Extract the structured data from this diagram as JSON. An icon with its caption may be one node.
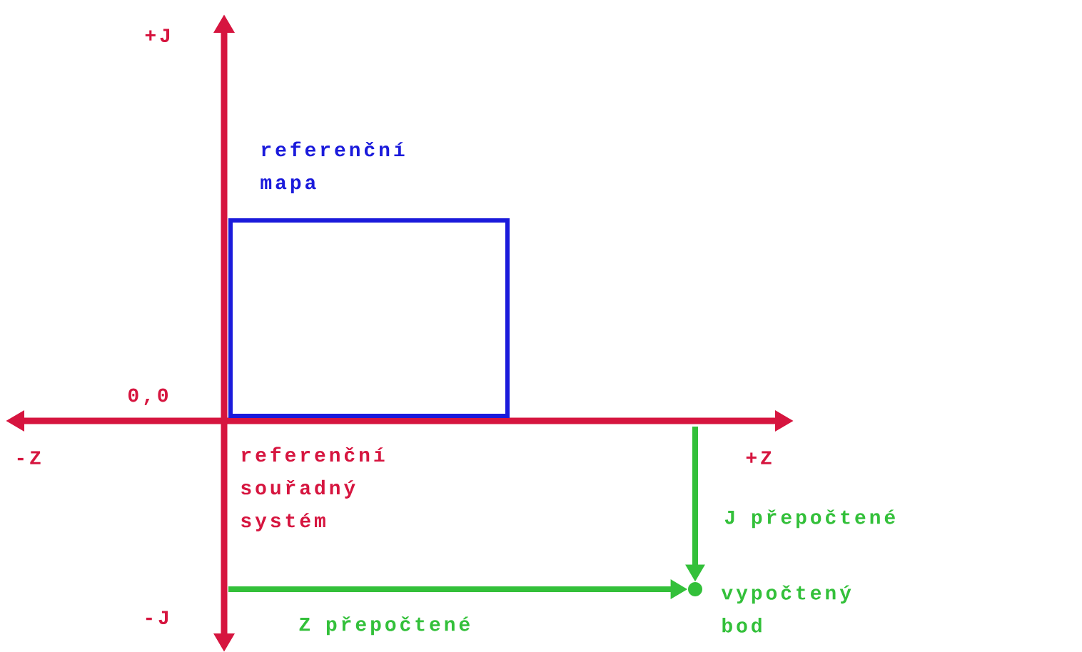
{
  "diagram": {
    "nodes": [
      {
        "text": [
          "referenční mapa"
        ]
      },
      {
        "text": [],
        "shape": "circle",
        "beside": [
          "vypočtený bod"
        ]
      }
    ],
    "edges": [
      {
        "from": null,
        "to": 1,
        "arrow": "to",
        "label": "J přepočtené"
      },
      {
        "from": null,
        "to": 1,
        "arrow": "to",
        "label": "Z přepočtené"
      }
    ],
    "labels": [
      "+J",
      "0,0",
      "-Z",
      "+Z",
      "-J",
      "referenční souřadný systém"
    ]
  }
}
